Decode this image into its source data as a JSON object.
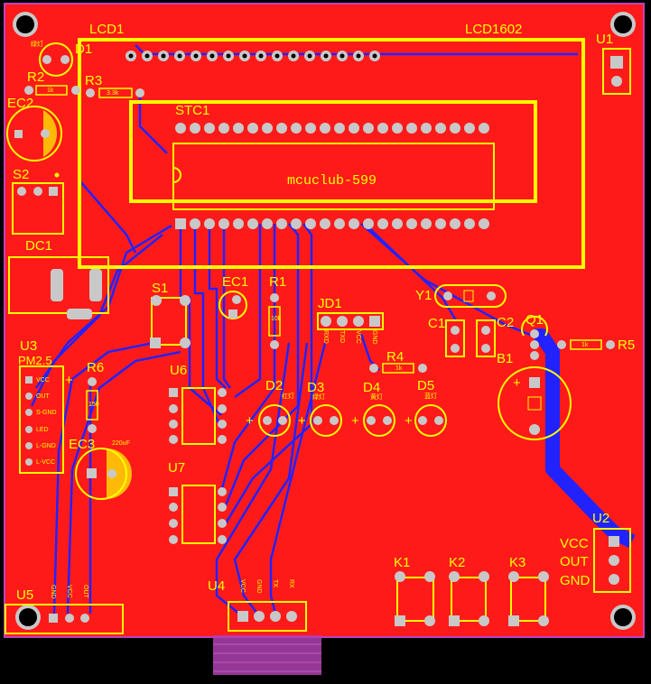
{
  "board": {
    "outline_color": "#c040c0",
    "copper_color": "#ff1a1a",
    "silk_color": "#ffff00",
    "trace_color": "#2222ff",
    "pad_color": "#c8c8c8"
  },
  "labels": {
    "lcd1": "LCD1",
    "lcd1602": "LCD1602",
    "u1": "U1",
    "d1": "D1",
    "d1_sub": "绿灯",
    "r2": "R2",
    "r2_val": "1k",
    "r3": "R3",
    "r3_val": "3.3k",
    "ec2": "EC2",
    "stc1": "STC1",
    "mcu_text": "mcuclub-599",
    "s2": "S2",
    "dc1": "DC1",
    "s1": "S1",
    "ec1": "EC1",
    "r1": "R1",
    "r1_val": "10k",
    "jd1": "JD1",
    "jd1_pins": [
      "RXD",
      "TXD",
      "VCC",
      "GND"
    ],
    "y1": "Y1",
    "c1": "C1",
    "c2": "C2",
    "q1": "Q1",
    "r5": "R5",
    "r5_val": "1k",
    "r4": "R4",
    "r4_val": "1k",
    "b1": "B1",
    "u3": "U3",
    "pm25": "PM2.5",
    "u3_pins": [
      "VCC",
      "OUT",
      "S-GND",
      "LED",
      "L-GND",
      "L-VCC"
    ],
    "r6": "R6",
    "r6_val": "150",
    "u6": "U6",
    "d2": "D2",
    "d2_sub": "红灯",
    "d3": "D3",
    "d3_sub": "绿灯",
    "d4": "D4",
    "d4_sub": "黄灯",
    "d5": "D5",
    "d5_sub": "蓝灯",
    "ec3": "EC3",
    "ec3_val": "220uF",
    "u7": "U7",
    "u2": "U2",
    "u2_pins": [
      "VCC",
      "OUT",
      "GND"
    ],
    "k1": "K1",
    "k2": "K2",
    "k3": "K3",
    "u5": "U5",
    "u5_pins": [
      "GND",
      "VCC",
      "OUT"
    ],
    "u4": "U4",
    "u4_pins": [
      "VCC",
      "GND",
      "TX",
      "RX"
    ],
    "plus": "+"
  }
}
